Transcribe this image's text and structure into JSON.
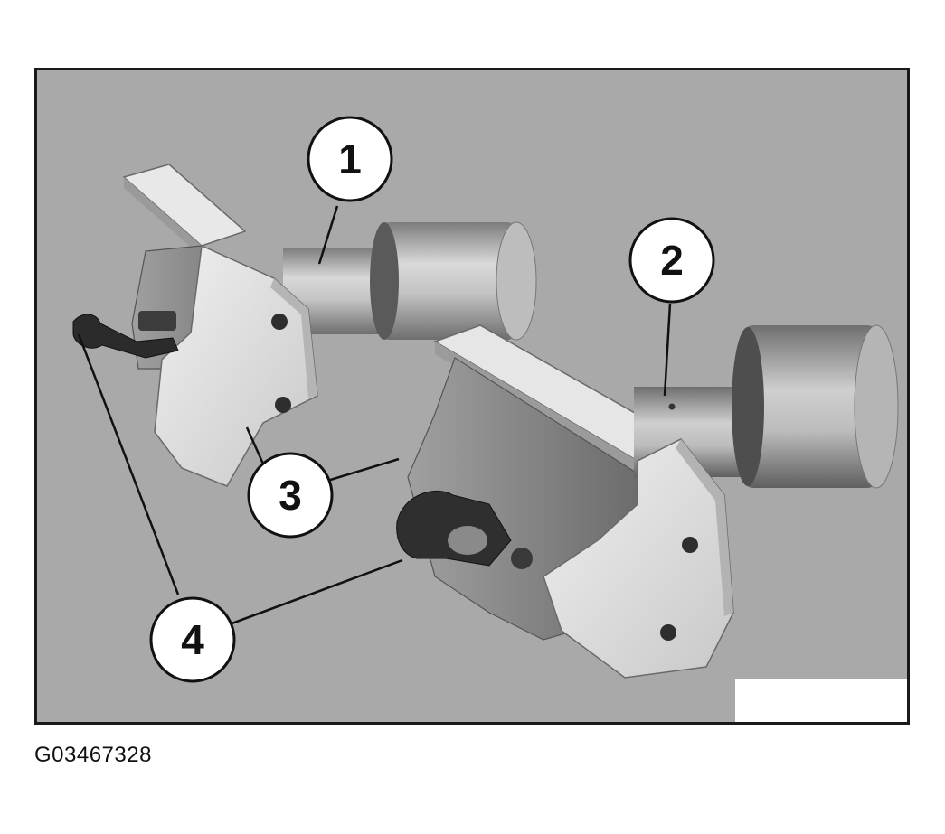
{
  "figure": {
    "callouts": [
      {
        "id": "1",
        "label": "1"
      },
      {
        "id": "2",
        "label": "2"
      },
      {
        "id": "3",
        "label": "3"
      },
      {
        "id": "4",
        "label": "4"
      }
    ],
    "figure_id": "G03467328"
  },
  "colors": {
    "background": "#a9a9a9",
    "frame": "#1a1a1a",
    "bracket_face": "#e4e4e4",
    "bracket_shadow": "#8c8c8c",
    "cylinder_light": "#d6d6d6",
    "cylinder_dark": "#7a7a7a"
  }
}
